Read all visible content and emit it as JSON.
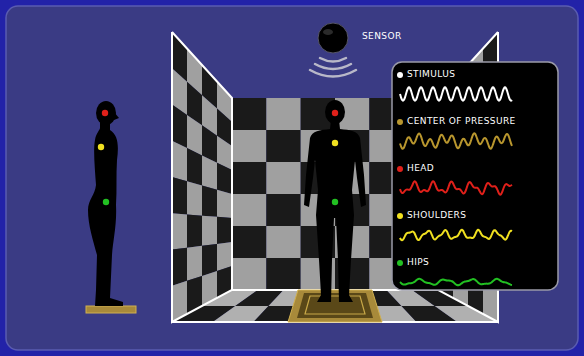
{
  "diagram": {
    "labels": [
      "SENSOR"
    ],
    "legend": [
      {
        "text": "STIMULUS",
        "color": "#ffffff"
      },
      {
        "text": "CENTER OF PRESSURE",
        "color": "#b8962e"
      },
      {
        "text": "HEAD",
        "color": "#e0201a"
      },
      {
        "text": "SHOULDERS",
        "color": "#f0e020"
      },
      {
        "text": "HIPS",
        "color": "#22c022"
      }
    ]
  }
}
